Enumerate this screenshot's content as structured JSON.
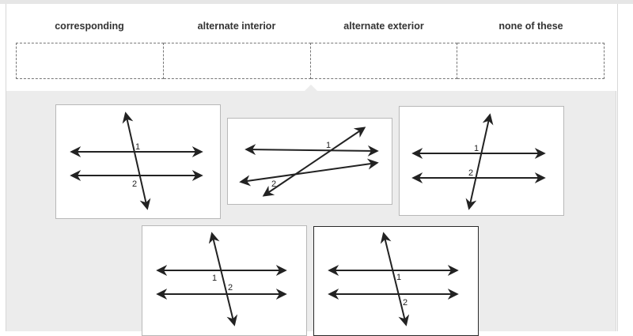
{
  "categories": [
    {
      "label": "corresponding"
    },
    {
      "label": "alternate interior"
    },
    {
      "label": "alternate exterior"
    },
    {
      "label": "none of these"
    }
  ],
  "cards": [
    {
      "angle_label_1": "1",
      "angle_label_2": "2"
    },
    {
      "angle_label_1": "1",
      "angle_label_2": "2"
    },
    {
      "angle_label_1": "1",
      "angle_label_2": "2"
    },
    {
      "angle_label_1": "1",
      "angle_label_2": "2"
    },
    {
      "angle_label_1": "1",
      "angle_label_2": "2"
    }
  ],
  "colors": {
    "line": "#222222",
    "tray": "#ececec",
    "card_border": "#b8b8b8"
  }
}
